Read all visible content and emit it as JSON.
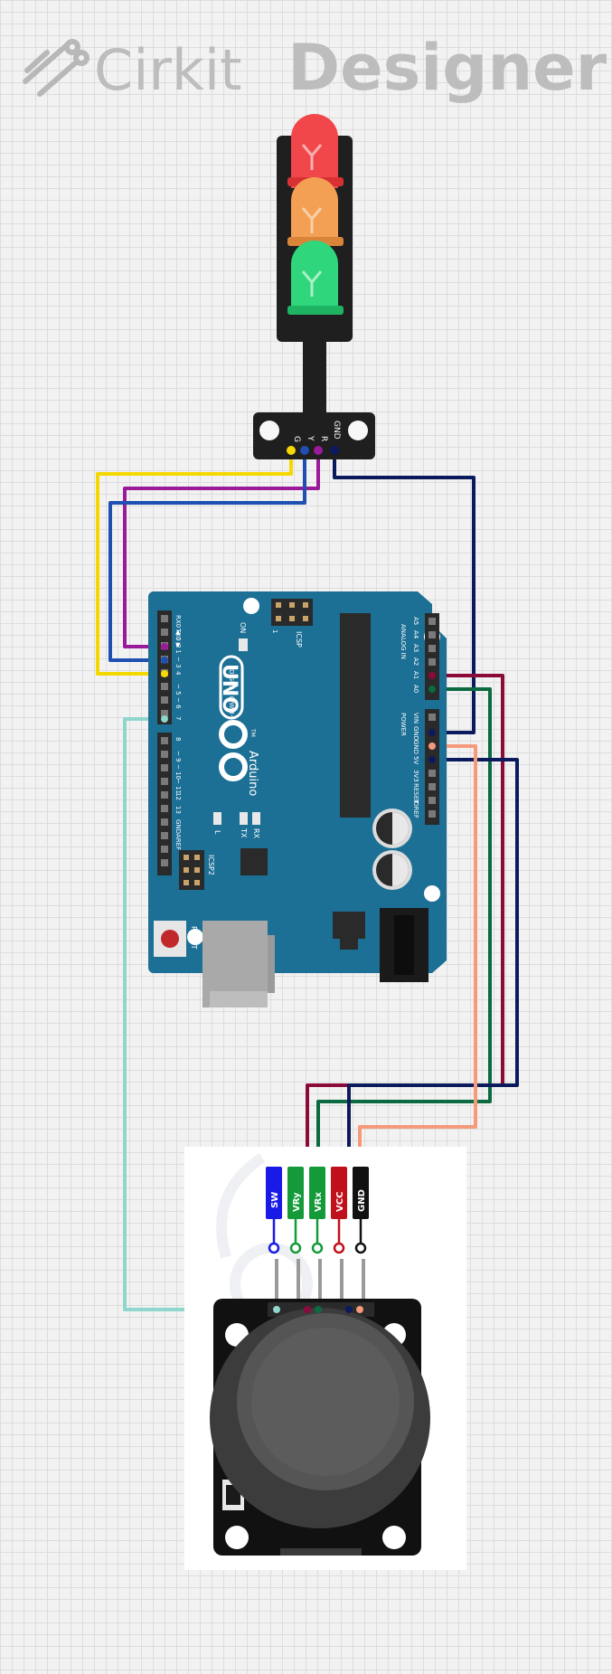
{
  "brand": {
    "name_part1": "Cirkit",
    "name_part2": "Designer",
    "logo_icon": "cirkit-pins-logo-icon"
  },
  "traffic_light": {
    "pin_labels": [
      "G",
      "Y",
      "R",
      "GND"
    ],
    "led_colors": {
      "red": "#f2474a",
      "yellow": "#f3a055",
      "green": "#2fd67c"
    }
  },
  "arduino": {
    "board_name": "UNO",
    "brand": "Arduino",
    "trademark": "TM",
    "digital_header_label": "DIGITAL (PWM~)",
    "digital_pins_top": [
      "RX0 ◀ 0",
      "TX0 ▶ 1",
      "2",
      "~ 3",
      "4",
      "~ 5",
      "~ 6",
      "7"
    ],
    "digital_pins_bottom": [
      "8",
      "~ 9",
      "~ 10",
      "~ 11",
      "12",
      "13",
      "GND",
      "AREF"
    ],
    "analog_header_label": "ANALOG IN",
    "analog_pins": [
      "A5",
      "A4",
      "A3",
      "A2",
      "A1",
      "A0"
    ],
    "power_header_label": "POWER",
    "power_pins": [
      "VIN",
      "GND",
      "GND",
      "5V",
      "3V3",
      "RESET",
      "IOREF"
    ],
    "icsp_label": "ICSP",
    "icsp2_label": "ICSP2",
    "icsp_pin1": "1",
    "on_label": "ON",
    "l_label": "L",
    "tx_label": "TX",
    "rx_label": "RX",
    "reset_label": "RESET",
    "board_color": "#1c6f95"
  },
  "joystick": {
    "pin_labels": [
      "SW",
      "VRy",
      "VRx",
      "VCC",
      "GND"
    ],
    "pin_colors": [
      "#1a1ae6",
      "#159a3a",
      "#159a3a",
      "#c0101a",
      "#111111"
    ]
  },
  "wires": {
    "yellow": "#f5d800",
    "blue": "#1f4fb0",
    "purple": "#9a1a9a",
    "navy": "#0b1a5c",
    "maroon": "#8b0a3a",
    "dark_green": "#0c6a40",
    "salmon": "#f59a7a",
    "light_teal": "#8fd6cc"
  }
}
